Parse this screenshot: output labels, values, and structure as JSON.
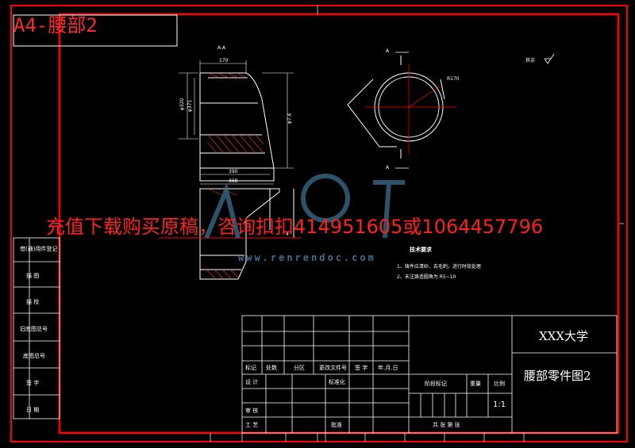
{
  "watermark": {
    "title": "A4-腰部2",
    "ad": "充值下载购买原稿，咨询扣扣414951605或1064457796",
    "url": "www.renrendoc.com"
  },
  "view_labels": {
    "section": "A-A",
    "cut_a_top": "A",
    "cut_a_bottom": "A",
    "surface_finish": "其余"
  },
  "dimensions": {
    "top_width": "170",
    "bore_dia": "φ320",
    "bore_dia2": "φ371",
    "height": "φ7.4",
    "bottom_inner": "390",
    "bottom_outer": "368",
    "radius": "R170",
    "lower_height": "4"
  },
  "tech_requirements": {
    "heading": "技术要求",
    "item1": "1、铸件应清砂、去毛刺，进行时效处理",
    "item2": "2、未注铸造圆角为 R5~10"
  },
  "side_table": [
    "借(通)用件登记",
    "描 图",
    "描 校",
    "旧底图总号",
    "底图总号",
    "签 字",
    "日 期"
  ],
  "title_block": {
    "school": "XXX大学",
    "drawing_name": "腰部零件图2",
    "scale": "1:1",
    "header_marks": "标记",
    "header_count": "处数",
    "header_zone": "分区",
    "header_change": "更改文件号",
    "header_sign": "签 字",
    "header_date": "年.月.日",
    "design": "设 计",
    "standard": "标准化",
    "review": "审 核",
    "process": "工 艺",
    "approve": "批准",
    "stage": "阶段标记",
    "weight": "重量",
    "ratio": "比例",
    "sheets": "共   张   第   张"
  },
  "colors": {
    "border": "#ff0000",
    "lines": "#ffffff",
    "background": "#000000"
  }
}
